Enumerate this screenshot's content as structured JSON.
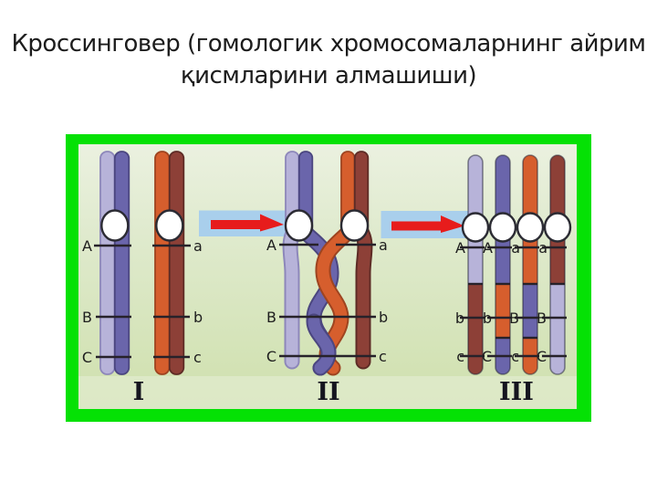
{
  "title": {
    "line1": "Кроссинговер (гомологик хромосомаларнинг айрим",
    "line2": "қисмларини алмашиши)"
  },
  "stages": [
    {
      "numeral": "I",
      "left_labels": [
        "A",
        "B",
        "C"
      ],
      "right_labels": [
        "a",
        "b",
        "c"
      ]
    },
    {
      "numeral": "II",
      "left_labels": [
        "A",
        "B",
        "C"
      ],
      "right_labels": [
        "a",
        "b",
        "c"
      ]
    },
    {
      "numeral": "III",
      "top_labels": [
        "A",
        "A",
        "a",
        "a"
      ],
      "middle_labels": [
        "b",
        "b",
        "B",
        "B"
      ],
      "bottom_labels": [
        "c",
        "C",
        "c",
        "C"
      ]
    }
  ],
  "icons": {
    "arrow": "red-right-arrow-icon"
  },
  "colors": {
    "c-lavender": "#b7b3d9",
    "c-lavender-o": "#8d87ba",
    "c-purple": "#6a65ab",
    "c-purple-o": "#4b4680",
    "c-orange": "#d65e2d",
    "c-orange-o": "#9e4420",
    "c-brown": "#8d4037",
    "c-brown-o": "#5e2c26",
    "c-frame": "#05e105",
    "c-bg-top": "#ebf1e0",
    "c-bg-bottom": "#cfe0ad",
    "c-strip": "#e3edd2",
    "c-arrow-red": "#e71c1c",
    "c-arrow-bg": "#a9cfec",
    "c-band": "#27222a",
    "c-label": "#1e1e1e",
    "c-numeral": "#15151f",
    "c-centromere": "#ffffff",
    "c-centromere-o": "#2b2b33"
  }
}
